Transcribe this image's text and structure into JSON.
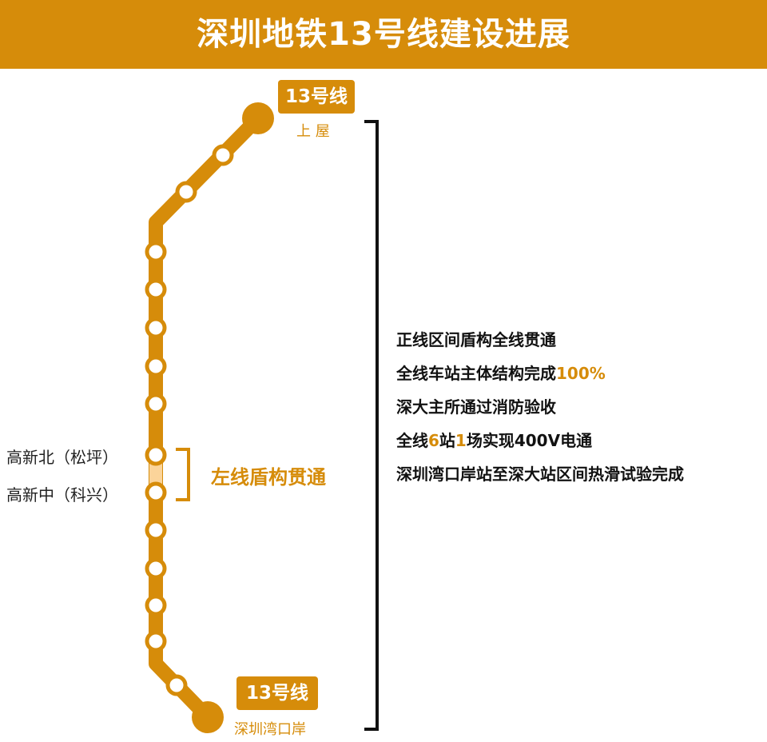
{
  "header": {
    "title": "深圳地铁13号线建设进展"
  },
  "theme": {
    "line_color": "#d68c0a",
    "highlight_segment_color": "#fbd49a",
    "text_color": "#111111"
  },
  "terminals": {
    "north": {
      "badge": "13号线",
      "name": "上 屋"
    },
    "south": {
      "badge": "13号线",
      "name": "深圳湾口岸"
    }
  },
  "stations": {
    "gaoxinbei": "高新北（松坪）",
    "gaoxinzhong": "高新中（科兴）"
  },
  "section": {
    "label": "左线盾构贯通"
  },
  "progress": [
    {
      "parts": [
        {
          "text": "正线区间盾构全线贯通",
          "hl": false
        }
      ]
    },
    {
      "parts": [
        {
          "text": "全线车站主体结构完成",
          "hl": false
        },
        {
          "text": "100%",
          "hl": true
        }
      ]
    },
    {
      "parts": [
        {
          "text": "深大主所通过消防验收",
          "hl": false
        }
      ]
    },
    {
      "parts": [
        {
          "text": "全线",
          "hl": false
        },
        {
          "text": "6",
          "hl": true
        },
        {
          "text": "站",
          "hl": false
        },
        {
          "text": "1",
          "hl": true
        },
        {
          "text": "场实现400V电通",
          "hl": false
        }
      ]
    },
    {
      "parts": [
        {
          "text": "深圳湾口岸站至深大站区间热滑试验完成",
          "hl": false
        }
      ]
    }
  ]
}
